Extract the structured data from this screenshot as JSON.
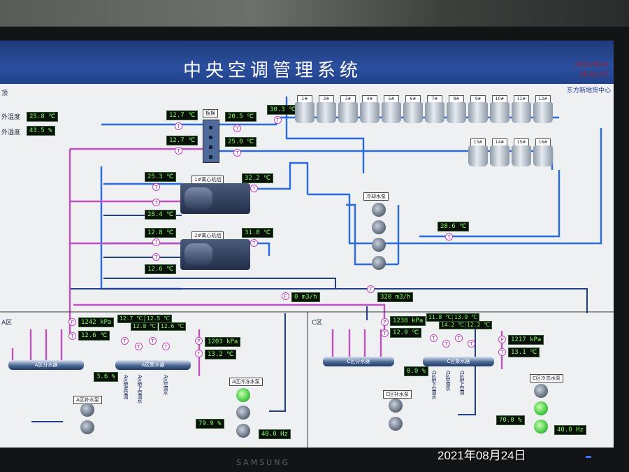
{
  "header": {
    "title": "中央空调管理系统",
    "date": "2021/8/24",
    "time": "20:41:53",
    "center_name": "东方新地货中心"
  },
  "weather": {
    "section_label": "顶",
    "outdoor_temp_label": "外温度",
    "outdoor_temp": "25.8 ℃",
    "outdoor_humidity_label": "外湿度",
    "outdoor_humidity": "43.5 %"
  },
  "plate_hx": {
    "label": "板换",
    "in_left": "12.7 ℃",
    "in_right": "20.5 ℃",
    "out_left": "12.7 ℃",
    "out_right": "25.0 ℃"
  },
  "cooling_main_temp": "30.3 ℃",
  "towers_row1": [
    "1#",
    "2#",
    "3#",
    "4#",
    "5#",
    "6#",
    "7#",
    "8#",
    "9#",
    "10#",
    "11#",
    "12#"
  ],
  "towers_row2": [
    "13#",
    "14#",
    "15#",
    "16#"
  ],
  "chiller1": {
    "label": "1#离心机组",
    "left_top": "25.3 ℃",
    "right_top": "32.2 ℃",
    "left_bottom": "28.4 ℃"
  },
  "chiller2": {
    "label": "2#离心机组",
    "left_top": "12.8 ℃",
    "right_top": "31.0 ℃",
    "left_bottom": "12.6 ℃"
  },
  "cooling_pumps_label": "冷却水泵",
  "cooling_return_temp": "28.6 ℃",
  "flow": {
    "left": "0 m3/h",
    "right": "320 m3/h"
  },
  "zone_a": {
    "label": "A区",
    "pressure_supply": "1242 kPa",
    "temp_supply": "12.6 ℃",
    "branch_temps": [
      "12.7 ℃",
      "12.8 ℃",
      "12.5 ℃",
      "12.6 ℃"
    ],
    "pressure_return": "1203 kPa",
    "temp_return": "13.2 ℃",
    "distributor": "A区分水器",
    "collector": "A区集水器",
    "valve_pct": "3.6 %",
    "makeup_pump": "A区补水泵",
    "chilled_pump": "A区冷冻水泵",
    "valve2_pct": "79.9 %",
    "freq": "40.0 Hz",
    "branch_names": [
      "A区地库空调",
      "A区地上空调水",
      "A区空调水"
    ]
  },
  "zone_c": {
    "label": "C区",
    "pressure_supply": "1238 kPa",
    "temp_supply": "12.9 ℃",
    "branch_temps": [
      "11.8 ℃",
      "14.2 ℃",
      "13.9 ℃",
      "12.2 ℃"
    ],
    "pressure_return": "1217 kPa",
    "temp_return": "13.1 ℃",
    "distributor": "C区分水器",
    "collector": "C区集水器",
    "valve_pct": "0.0 %",
    "makeup_pump": "C区补水泵",
    "chilled_pump": "C区冷冻水泵",
    "valve2_pct": "70.0 %",
    "freq": "40.0 Hz",
    "branch_names": [
      "C区地下空调水",
      "C区空调水",
      "C区地上空调"
    ]
  },
  "photo_date": "2021年08月24日",
  "monitor_brand": "SAMSUNG",
  "colors": {
    "chilled": "#c050c0",
    "cooling": "#2a6ae0",
    "return": "#1e3f8a"
  }
}
